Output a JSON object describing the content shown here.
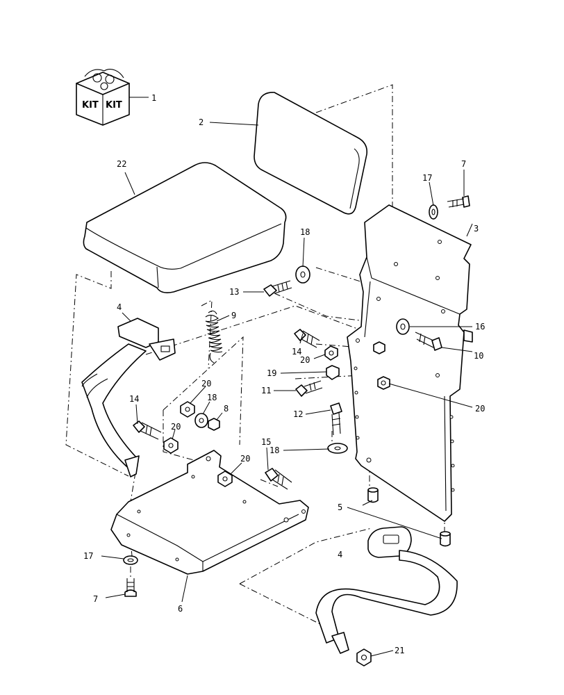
{
  "diagram": {
    "kit_text": "KIT",
    "callouts": {
      "c1": "1",
      "c2": "2",
      "c3": "3",
      "c4a": "4",
      "c4b": "4",
      "c5": "5",
      "c6": "6",
      "c7a": "7",
      "c7b": "7",
      "c8": "8",
      "c9": "9",
      "c10": "10",
      "c11": "11",
      "c12": "12",
      "c13": "13",
      "c14a": "14",
      "c14b": "14",
      "c15": "15",
      "c16": "16",
      "c17a": "17",
      "c17b": "17",
      "c18a": "18",
      "c18b": "18",
      "c18c": "18",
      "c19": "19",
      "c20a": "20",
      "c20b": "20",
      "c20c": "20",
      "c20d": "20",
      "c20e": "20",
      "c21": "21",
      "c22": "22"
    }
  }
}
